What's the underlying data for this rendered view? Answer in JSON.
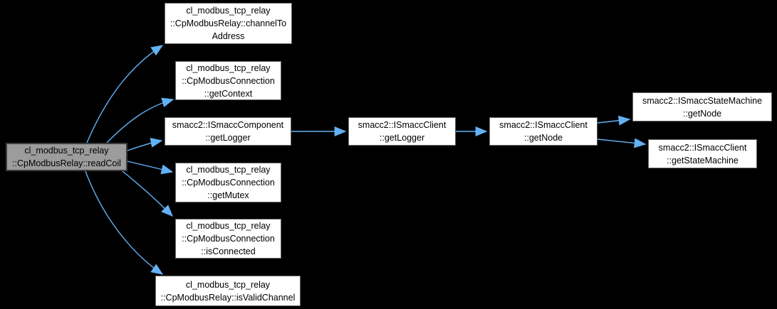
{
  "diagram": {
    "type": "call-graph",
    "colors": {
      "bg": "#000000",
      "arrow": "#63b1f5",
      "node-fill": "#ffffff",
      "node-border": "#666666",
      "focus-fill": "#9c9c9c",
      "focus-border": "#3d3d3d",
      "text": "#000000"
    },
    "nodes": {
      "readCoil": {
        "label": "cl_modbus_tcp_relay\n::CpModbusRelay::readCoil",
        "highlighted": "true"
      },
      "channelToAddress": {
        "label": "cl_modbus_tcp_relay\n::CpModbusRelay::channelTo\nAddress"
      },
      "getContext": {
        "label": "cl_modbus_tcp_relay\n::CpModbusConnection\n::getContext"
      },
      "componentGetLogger": {
        "label": "smacc2::ISmaccComponent\n::getLogger"
      },
      "getMutex": {
        "label": "cl_modbus_tcp_relay\n::CpModbusConnection\n::getMutex"
      },
      "isConnected": {
        "label": "cl_modbus_tcp_relay\n::CpModbusConnection\n::isConnected"
      },
      "isValidChannel": {
        "label": "cl_modbus_tcp_relay\n::CpModbusRelay::isValidChannel"
      },
      "clientGetLogger": {
        "label": "smacc2::ISmaccClient\n::getLogger"
      },
      "clientGetNode": {
        "label": "smacc2::ISmaccClient\n::getNode"
      },
      "stateMachineGetNode": {
        "label": "smacc2::ISmaccStateMachine\n::getNode"
      },
      "clientGetStateMachine": {
        "label": "smacc2::ISmaccClient\n::getStateMachine"
      }
    },
    "edges": [
      {
        "from": "readCoil",
        "to": "channelToAddress"
      },
      {
        "from": "readCoil",
        "to": "getContext"
      },
      {
        "from": "readCoil",
        "to": "componentGetLogger"
      },
      {
        "from": "readCoil",
        "to": "getMutex"
      },
      {
        "from": "readCoil",
        "to": "isConnected"
      },
      {
        "from": "readCoil",
        "to": "isValidChannel"
      },
      {
        "from": "componentGetLogger",
        "to": "clientGetLogger"
      },
      {
        "from": "clientGetLogger",
        "to": "clientGetNode"
      },
      {
        "from": "clientGetNode",
        "to": "stateMachineGetNode"
      },
      {
        "from": "clientGetNode",
        "to": "clientGetStateMachine"
      }
    ]
  }
}
